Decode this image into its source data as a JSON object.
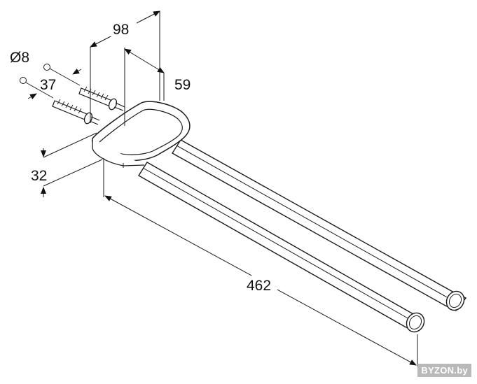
{
  "dimensions": {
    "diameter": "Ø8",
    "depth": "37",
    "width": "98",
    "offset": "59",
    "height": "32",
    "length": "462"
  },
  "watermark": "BYZON.by",
  "colors": {
    "line": "#1a1a1a",
    "background": "#ffffff",
    "watermark_bg": "#b9b9b9"
  }
}
